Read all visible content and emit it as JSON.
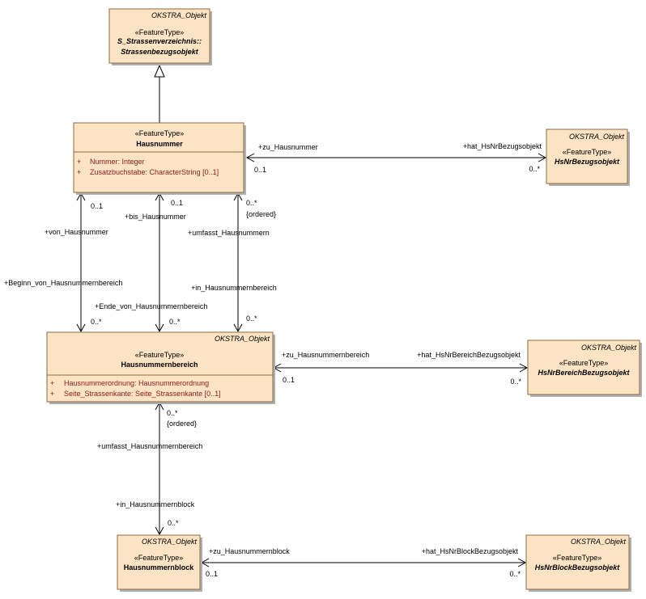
{
  "classes": {
    "strassenbezugsobjekt": {
      "stereotype": "«FeatureType»",
      "name_line1": "S_Strassenverzeichnis::",
      "name_line2": "Strassenbezugsobjekt",
      "tag": "OKSTRA_Objekt"
    },
    "hausnummer": {
      "stereotype": "«FeatureType»",
      "name": "Hausnummer",
      "attrs": [
        "Nummer: Integer",
        "Zusatzbuchstabe: CharacterString [0..1]"
      ],
      "bullet": "+"
    },
    "hsnrbezugsobjekt": {
      "stereotype": "«FeatureType»",
      "name": "HsNrBezugsobjekt",
      "tag": "OKSTRA_Objekt"
    },
    "hausnummernbereich": {
      "stereotype": "«FeatureType»",
      "name": "Hausnummernbereich",
      "tag": "OKSTRA_Objekt",
      "attrs": [
        "Hausnummerordnung: Hausnummerordnung",
        "Seite_Strassenkante: Seite_Strassenkante [0..1]"
      ],
      "bullet": "+"
    },
    "hsnrbereichbezugsobjekt": {
      "stereotype": "«FeatureType»",
      "name": "HsNrBereichBezugsobjekt",
      "tag": "OKSTRA_Objekt"
    },
    "hausnummernblock": {
      "stereotype": "«FeatureType»",
      "name": "Hausnummernblock",
      "tag": "OKSTRA_Objekt"
    },
    "hsnrblockbezugsobjekt": {
      "stereotype": "«FeatureType»",
      "name": "HsNrBlockBezugsobjekt",
      "tag": "OKSTRA_Objekt"
    }
  },
  "edges": {
    "hnr_bezug": {
      "role_left": "+zu_Hausnummer",
      "mult_left": "0..1",
      "role_right": "+hat_HsNrBezugsobjekt",
      "mult_right": "0..*"
    },
    "von": {
      "role_top": "+von_Hausnummer",
      "mult_top": "0..1",
      "role_bottom": "+Beginn_von_Hausnummernbereich",
      "mult_bottom": "0..*"
    },
    "bis": {
      "role_top": "+bis_Hausnummer",
      "mult_top": "0..1",
      "role_bottom": "+Ende_von_Hausnummernbereich",
      "mult_bottom": "0..*"
    },
    "umfasst": {
      "role_top": "+umfasst_Hausnummern",
      "mult_top": "0..*",
      "constraint": "{ordered}",
      "role_bottom": "+in_Hausnummernbereich",
      "mult_bottom": "0..*"
    },
    "bereich_bezug": {
      "role_left": "+zu_Hausnummernbereich",
      "mult_left": "0..1",
      "role_right": "+hat_HsNrBereichBezugsobjekt",
      "mult_right": "0..*"
    },
    "block": {
      "role_top": "+umfasst_Hausnummernbereich",
      "mult_top": "0..*",
      "constraint": "{ordered}",
      "role_bottom": "+in_Hausnummernblock",
      "mult_bottom": "0..*"
    },
    "block_bezug": {
      "role_left": "+zu_Hausnummernblock",
      "mult_left": "0..1",
      "role_right": "+hat_HsNrBlockBezugsobjekt",
      "mult_right": "0..*"
    }
  }
}
